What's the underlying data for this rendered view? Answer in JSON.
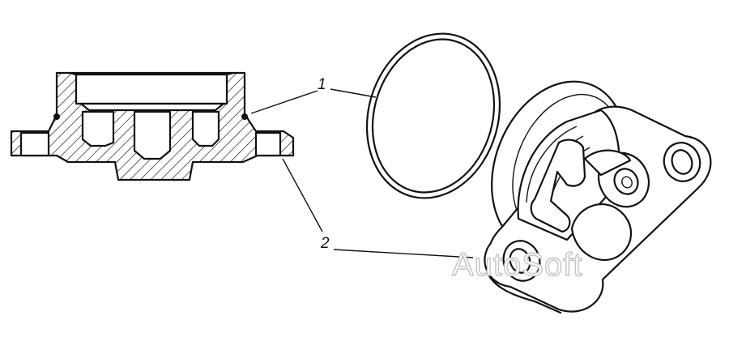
{
  "diagram": {
    "callouts": [
      {
        "id": "1",
        "label": "1"
      },
      {
        "id": "2",
        "label": "2"
      }
    ]
  },
  "watermark": {
    "text": "AutoSoft"
  },
  "colors": {
    "ink": "#111111",
    "background": "#ffffff",
    "watermark_outline": "#c4c4c4"
  }
}
